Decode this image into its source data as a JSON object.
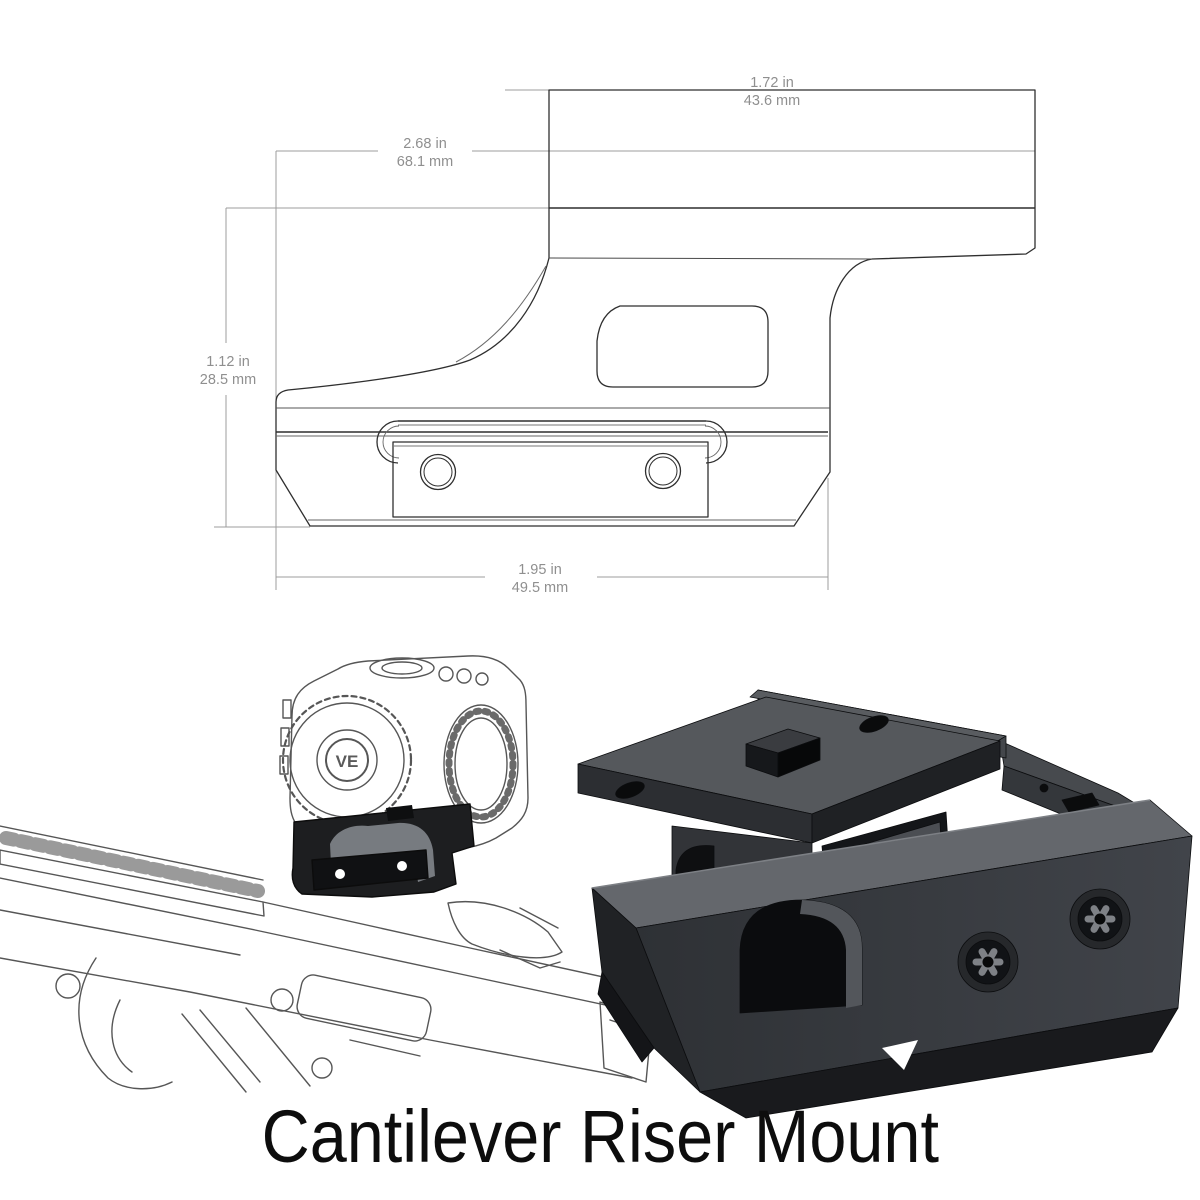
{
  "title": {
    "text": "Cantilever Riser Mount"
  },
  "technical_drawing": {
    "dimensions": {
      "top_width": {
        "inches": "1.72 in",
        "millimeters": "43.6 mm"
      },
      "overall_width": {
        "inches": "2.68 in",
        "millimeters": "68.1 mm"
      },
      "height": {
        "inches": "1.12 in",
        "millimeters": "28.5 mm"
      },
      "base_width": {
        "inches": "1.95 in",
        "millimeters": "49.5 mm"
      }
    }
  },
  "illustration": {
    "sight_logo": "VE"
  },
  "colors": {
    "drawing_line": "#2f2f2f",
    "dimension_line": "#9c9c9c",
    "dimension_text": "#8f8f8f",
    "mount_dark": "#2b2d31",
    "mount_light_bevel": "#64676c",
    "title_text": "#0d0d0d",
    "background": "#ffffff"
  }
}
